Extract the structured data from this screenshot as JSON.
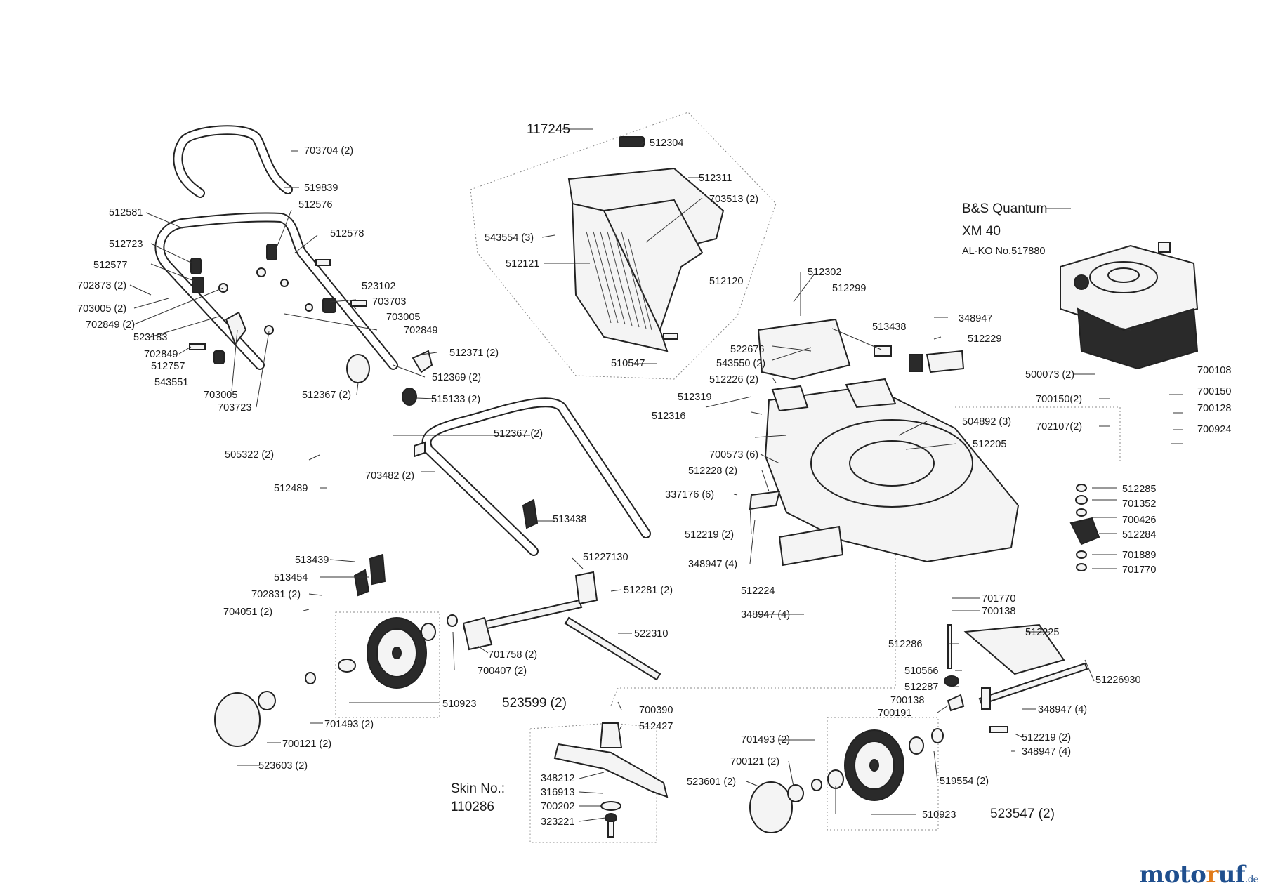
{
  "brand": {
    "part1": "moto",
    "part2": "r",
    "part3": "uf",
    "tld": ".de"
  },
  "engine": {
    "title": "B&S Quantum",
    "model": "XM 40",
    "alko_no": "AL-KO  No.517880"
  },
  "skin": {
    "label": "Skin No.:",
    "number": "110286"
  },
  "assemblies": {
    "grass_box": "117245",
    "rear_wheel": "523599 (2)",
    "front_wheel": "523547 (2)"
  },
  "parts": {
    "p703704": "703704 (2)",
    "p519839": "519839",
    "p512581": "512581",
    "p512576": "512576",
    "p512578": "512578",
    "p512723": "512723",
    "p512577": "512577",
    "p702873": "702873 (2)",
    "p523102": "523102",
    "p703703": "703703",
    "p703005a": "703005 (2)",
    "p702849a": "702849 (2)",
    "p703005b": "703005",
    "p523183": "523183",
    "p702849b": "702849",
    "p702849c": "702849",
    "p512757": "512757",
    "p512371": "512371 (2)",
    "p543551": "543551",
    "p512369": "512369 (2)",
    "p703005c": "703005",
    "p512367a": "512367 (2)",
    "p515133": "515133 (2)",
    "p703723": "703723",
    "p512304": "512304",
    "p512311": "512311",
    "p703513": "703513 (2)",
    "p543554": "543554 (3)",
    "p512121": "512121",
    "p512120": "512120",
    "p510547": "510547",
    "p512302": "512302",
    "p512299": "512299",
    "p513438a": "513438",
    "p348947a": "348947",
    "p512229": "512229",
    "p522676": "522676",
    "p543550": "543550 (2)",
    "p512226": "512226 (2)",
    "p512319": "512319",
    "p512316": "512316",
    "p504892": "504892 (3)",
    "p512205": "512205",
    "p700573": "700573 (6)",
    "p512228": "512228 (2)",
    "p337176": "337176 (6)",
    "p512219a": "512219 (2)",
    "p348947b": "348947 (4)",
    "p512224": "512224",
    "p348947c": "348947 (4)",
    "p500073": "500073 (2)",
    "p700108": "700108",
    "p700150a": "700150(2)",
    "p700150b": "700150",
    "p700128": "700128",
    "p702107": "702107(2)",
    "p700924": "700924",
    "p512285": "512285",
    "p701352": "701352",
    "p700426": "700426",
    "p512284": "512284",
    "p701889": "701889",
    "p701770a": "701770",
    "p512367b": "512367 (2)",
    "p505322": "505322 (2)",
    "p703482": "703482 (2)",
    "p512489": "512489",
    "p513438b": "513438",
    "p513439": "513439",
    "p513454": "513454",
    "p702831": "702831 (2)",
    "p704051": "704051 (2)",
    "p51227130": "51227130",
    "p512281": "512281 (2)",
    "p522310": "522310",
    "p701758": "701758 (2)",
    "p700407": "700407 (2)",
    "p510923a": "510923",
    "p701493a": "701493 (2)",
    "p700121a": "700121 (2)",
    "p523603": "523603 (2)",
    "p701770b": "701770",
    "p700138a": "700138",
    "p512225": "512225",
    "p512286": "512286",
    "p51226930": "51226930",
    "p510566": "510566",
    "p512287": "512287",
    "p700138b": "700138",
    "p700191": "700191",
    "p348947d": "348947 (4)",
    "p512219b": "512219 (2)",
    "p348947e": "348947 (4)",
    "p519554": "519554 (2)",
    "p700390": "700390",
    "p512427": "512427",
    "p348212": "348212",
    "p316913": "316913",
    "p700202": "700202",
    "p323221": "323221",
    "p701493b": "701493 (2)",
    "p700121b": "700121 (2)",
    "p523601": "523601  (2)",
    "p510923b": "510923"
  }
}
